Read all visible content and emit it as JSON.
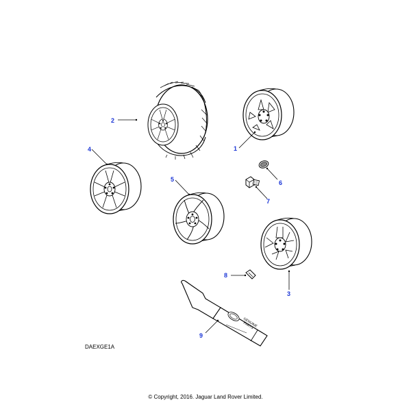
{
  "callouts": {
    "c1": "1",
    "c2": "2",
    "c3": "3",
    "c4": "4",
    "c5": "5",
    "c6": "6",
    "c7": "7",
    "c8": "8",
    "c9": "9"
  },
  "drawing_code": "DAEXGE1A",
  "copyright": "© Copyright, 2016. Jaguar Land Rover Limited.",
  "pen_label": {
    "line1": "GENUINE",
    "line2": "PARTS"
  },
  "colors": {
    "callout": "#1a35d6",
    "line": "#000000"
  }
}
